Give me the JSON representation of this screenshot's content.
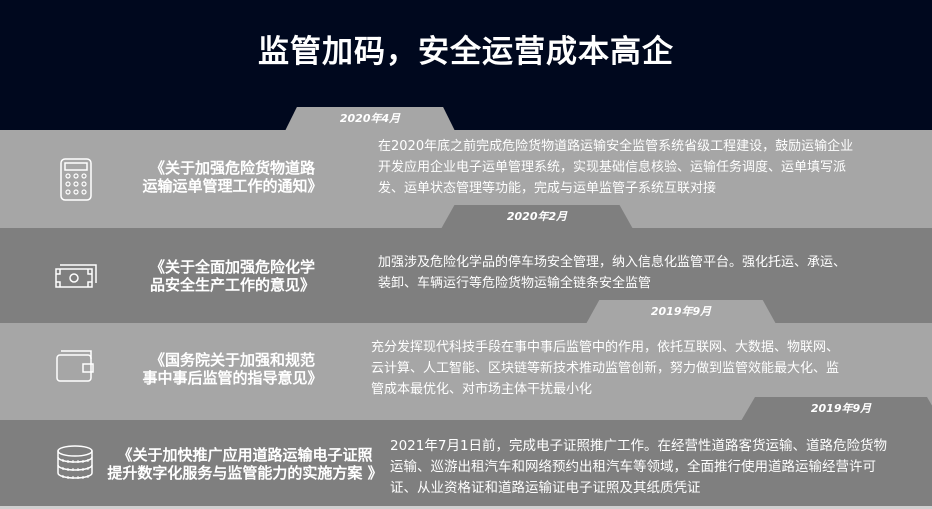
{
  "header": {
    "title": "监管加码，安全运营成本高企"
  },
  "items": [
    {
      "date": "2020年4月",
      "icon": "calculator-icon",
      "doc_line1": "《关于加强危险货物道路",
      "doc_line2": "运输运单管理工作的通知》",
      "desc": [
        "在2020年底之前完成危险货物道路运输安全监管系统省级工程建设，鼓励运输企业",
        "开发应用企业电子运单管理系统，实现基础信息核验、运输任务调度、运单填写派",
        "发、运单状态管理等功能，完成与运单监管子系统互联对接"
      ]
    },
    {
      "date": "2020年2月",
      "icon": "banknote-icon",
      "doc_line1": "《关于全面加强危险化学",
      "doc_line2": "品安全生产工作的意见》",
      "desc": [
        "加强涉及危险化学品的停车场安全管理，纳入信息化监管平台。强化托运、承运、",
        "装卸、车辆运行等危险货物运输全链条安全监管"
      ]
    },
    {
      "date": "2019年9月",
      "icon": "wallet-icon",
      "doc_line1": "《国务院关于加强和规范",
      "doc_line2": "事中事后监管的指导意见》",
      "desc": [
        "充分发挥现代科技手段在事中事后监管中的作用，依托互联网、大数据、物联网、",
        "云计算、人工智能、区块链等新技术推动监管创新，努力做到监管效能最大化、监",
        "管成本最优化、对市场主体干扰最小化"
      ]
    },
    {
      "date": "2019年9月",
      "icon": "coins-icon",
      "doc_line1": "《关于加快推广应用道路运输电子证照",
      "doc_line2": "提升数字化服务与监管能力的实施方案 》",
      "desc": [
        "2021年7月1日前，完成电子证照推广工作。在经营性道路客货运输、道路危险货物",
        "运输、巡游出租汽车和网络预约出租汽车等领域，全面推行使用道路运输经营许可",
        "证、从业资格证和道路运输证电子证照及其纸质凭证"
      ]
    }
  ],
  "colors": {
    "background": "#00081e",
    "light_band": "#a6a6a6",
    "dark_band": "#7f7f7f"
  }
}
